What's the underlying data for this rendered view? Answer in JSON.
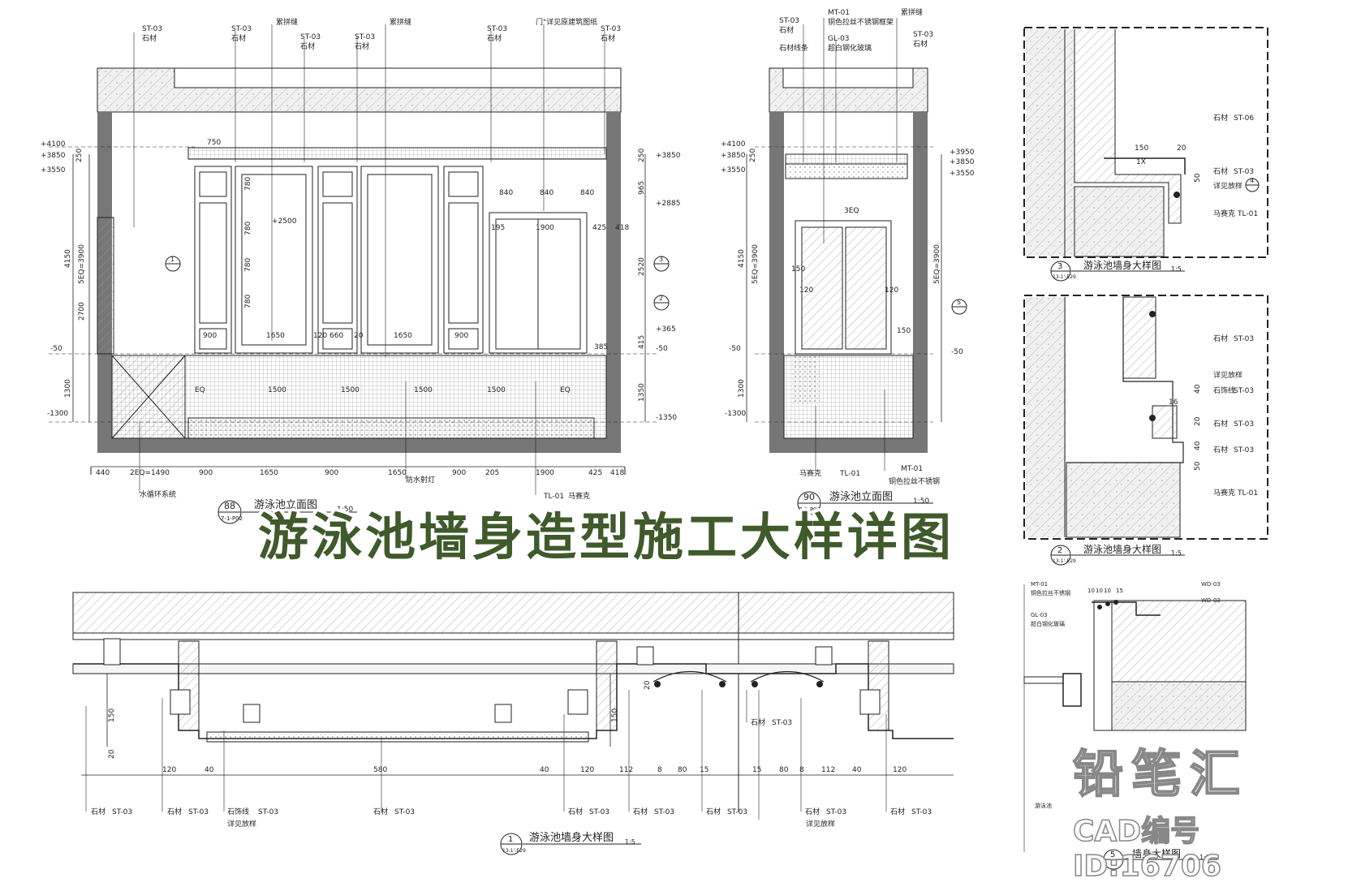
{
  "banner": {
    "title": "游泳池墙身造型施工大样详图"
  },
  "watermark": {
    "brand": "铅笔汇",
    "id_text": "CAD编号ID:16706"
  },
  "drawings": {
    "d88": {
      "number": "88",
      "ref": "7-1-P02",
      "title": "游泳池立面图",
      "scale": "1:50"
    },
    "d90": {
      "number": "90",
      "ref": "7-1-P03",
      "title": "游泳池立面图",
      "scale": "1:50"
    },
    "d3": {
      "number": "3",
      "ref": "13-1'-E29",
      "title": "游泳池墙身大样图",
      "scale": "1:5"
    },
    "d2": {
      "number": "2",
      "ref": "13-1'-E29",
      "title": "游泳池墙身大样图",
      "scale": "1:5"
    },
    "d1": {
      "number": "1",
      "ref": "13-1'-E29",
      "title": "游泳池墙身大样图",
      "scale": "1:5"
    },
    "d5": {
      "number": "5",
      "title": "墙身大样图",
      "scale": "1:3"
    }
  },
  "tags": {
    "st03": "ST-03",
    "st06": "ST-06",
    "mt01": "MT-01",
    "gl03": "GL-03",
    "tl01": "TL-01",
    "wd03": "WD-03"
  },
  "labels": {
    "stone": "石材",
    "joint": "累拼缝",
    "stone_line": "石材线条",
    "waterproof": "防水射灯",
    "mosaic": "马赛克",
    "drain": "水循环系统",
    "see_detail": "详见放样",
    "decor_line": "石饰线",
    "detail_door": "门\"详见原建筑图纸",
    "bronze_frame": "铜色拉丝不锈钢框架",
    "bronze_edge": "铜色拉丝不锈钢",
    "tempered_glass": "超白钢化玻璃",
    "pool": "游泳池"
  },
  "dims_88_bottom": [
    "440",
    "2EQ=1490",
    "900",
    "1650",
    "900",
    "1650",
    "900",
    "205",
    "1900",
    "425",
    "418"
  ],
  "dims_88_inner": [
    "900",
    "1650",
    "120",
    "660",
    "20",
    "1650",
    "900"
  ],
  "dims_88_top": [
    "750",
    "840",
    "840",
    "840",
    "195",
    "1900",
    "425",
    "418",
    "385"
  ],
  "dims_88_pool": [
    "EQ",
    "1500",
    "1500",
    "1500",
    "1500",
    "EQ"
  ],
  "levels_88_left": [
    "+4100",
    "+3850",
    "+3550",
    "-50",
    "-1300"
  ],
  "levels_88_right": [
    "+3850",
    "+2885",
    "+365",
    "-50",
    "-1350"
  ],
  "vdims_88_left": [
    "250",
    "4150",
    "5EQ=3900",
    "2700",
    "1300"
  ],
  "vdims_88_right": [
    "250",
    "965",
    "2520",
    "415",
    "1350"
  ],
  "vdims_88_panel": [
    "780",
    "780",
    "780",
    "780"
  ],
  "level_tag_88": "+2500",
  "levels_90_left": [
    "+4100",
    "+3850",
    "+3550",
    "-50",
    "-1300"
  ],
  "levels_90_right": [
    "+3950",
    "+3850",
    "+3550",
    "-50"
  ],
  "vdims_90": [
    "250",
    "4150",
    "5EQ=3900",
    "1300",
    "5EQ=3900"
  ],
  "dims_90": [
    "3EQ",
    "150",
    "120",
    "120",
    "150"
  ],
  "dims_d3": [
    "150",
    "20",
    "1X",
    "50"
  ],
  "dims_d2": [
    "40",
    "16",
    "20",
    "40",
    "50"
  ],
  "dims_d1": [
    "120",
    "40",
    "580",
    "40",
    "120",
    "112",
    "8",
    "80",
    "15",
    "15",
    "80",
    "8",
    "112",
    "40",
    "120"
  ],
  "vdims_d1": [
    "150",
    "20",
    "20",
    "150"
  ],
  "dims_d5": [
    "10",
    "10",
    "10",
    "15"
  ],
  "marker_nums": {
    "m1": "1",
    "m2": "2",
    "m3": "3",
    "m4": "4",
    "m5": "5"
  }
}
